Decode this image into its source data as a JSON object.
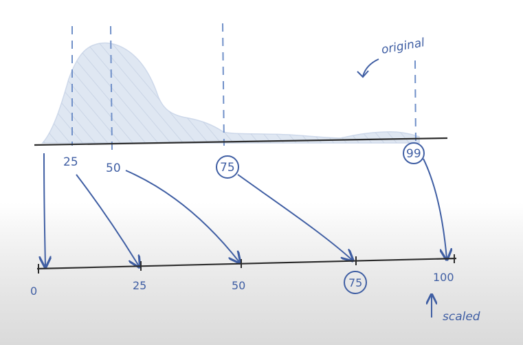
{
  "original_section": {
    "annotation": "original",
    "percentile_labels": [
      "25",
      "50",
      "75",
      "99"
    ],
    "circled_labels": [
      "75",
      "99"
    ]
  },
  "scaled_section": {
    "annotation": "scaled",
    "tick_labels": [
      "0",
      "25",
      "50",
      "75",
      "100"
    ],
    "circled_labels": [
      "75"
    ]
  },
  "colors": {
    "ink": "#3f5ea3",
    "axis": "#2b2b2b",
    "distribution_fill": "#dfe7f2",
    "hatch": "#c2cde0",
    "dashed_guides": "#6f8fc8"
  },
  "mappings": [
    {
      "from": "0",
      "to": "0"
    },
    {
      "from": "25",
      "to": "25"
    },
    {
      "from": "50",
      "to": "50"
    },
    {
      "from": "75",
      "to": "75"
    },
    {
      "from": "99",
      "to": "100"
    }
  ]
}
